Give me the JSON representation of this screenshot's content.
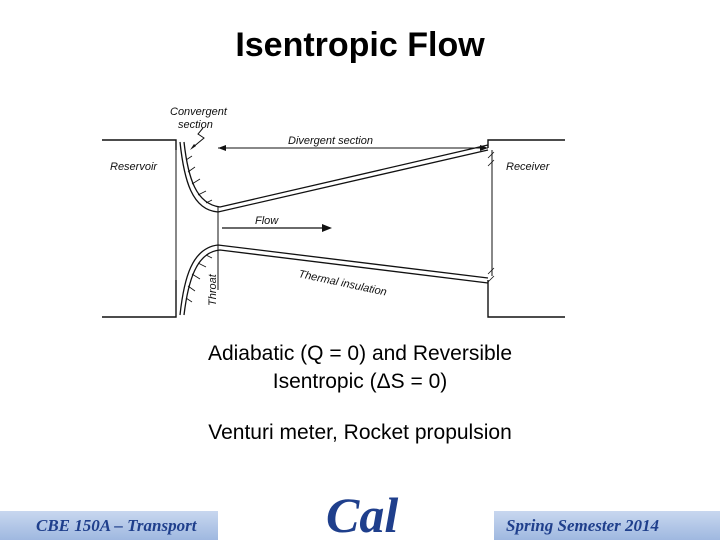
{
  "title": "Isentropic Flow",
  "figure": {
    "labels": {
      "convergent_line1": "Convergent",
      "convergent_line2": "section",
      "divergent": "Divergent section",
      "reservoir": "Reservoir",
      "receiver": "Receiver",
      "flow": "Flow",
      "throat": "Throat",
      "insulation": "Thermal insulation"
    }
  },
  "text": {
    "line1": "Adiabatic (Q = 0) and Reversible",
    "line2": "Isentropic (ΔS = 0)",
    "line3": "Venturi meter, Rocket propulsion"
  },
  "footer": {
    "left": "CBE 150A – Transport",
    "right": "Spring Semester 2014",
    "logo_text": "Cal",
    "logo_color": "#1f3f8c"
  }
}
